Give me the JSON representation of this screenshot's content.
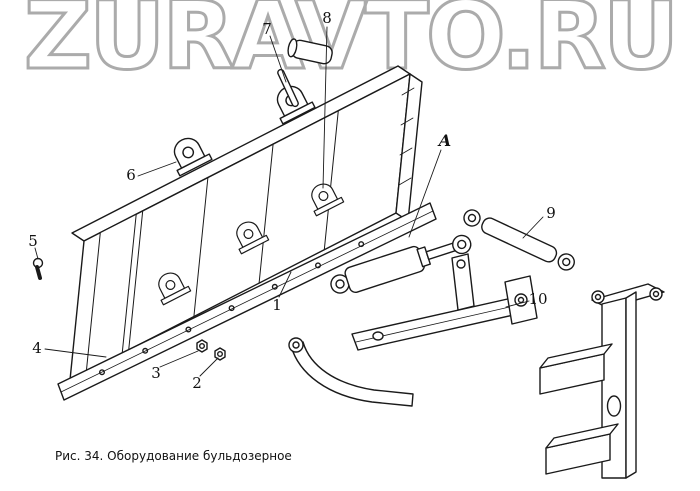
{
  "watermark": {
    "text": "ZURAVTO.RU",
    "color": "#ababab"
  },
  "caption": "Рис. 34. Оборудование бульдозерное",
  "figure": {
    "number": "34",
    "title": "Оборудование бульдозерное",
    "ink_color": "#1a1a1a",
    "background_color": "#ffffff"
  },
  "callouts": {
    "c1": "1",
    "c2": "2",
    "c3": "3",
    "c4": "4",
    "c5": "5",
    "c6": "6",
    "c7": "7",
    "c8": "8",
    "c9": "9",
    "c10": "10",
    "cA": "A"
  }
}
